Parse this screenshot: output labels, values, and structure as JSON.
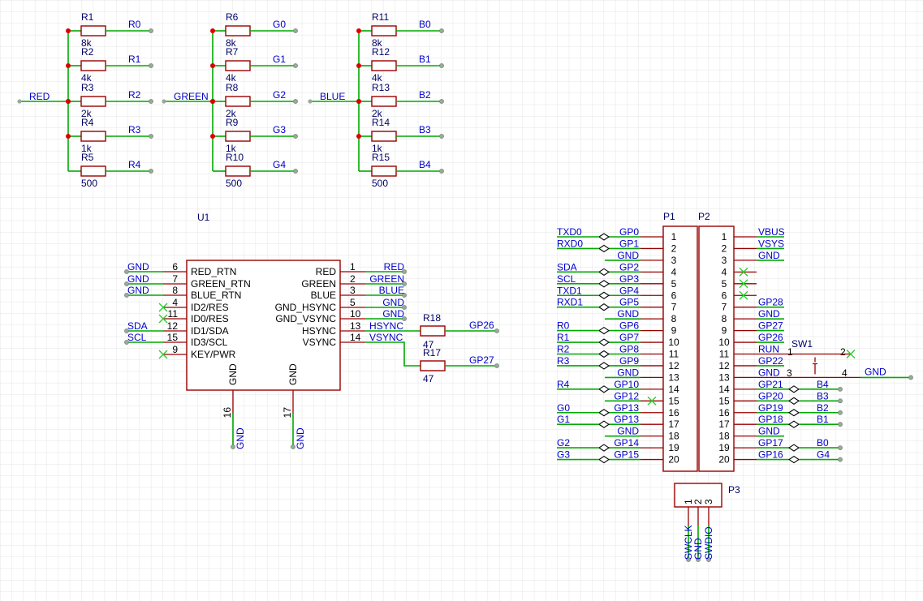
{
  "colors": {
    "wire": "#00aa00",
    "body": "#990000",
    "junction": "#dd0000",
    "grid": "#e4e4e4",
    "net_text": "#0000cc",
    "comp_text": "#000066",
    "noconnect": "#33cc33"
  },
  "ladders": [
    {
      "input_net": "RED",
      "resistors": [
        {
          "ref": "R1",
          "value": "8k",
          "net": "R0"
        },
        {
          "ref": "R2",
          "value": "4k",
          "net": "R1"
        },
        {
          "ref": "R3",
          "value": "2k",
          "net": "R2"
        },
        {
          "ref": "R4",
          "value": "1k",
          "net": "R3"
        },
        {
          "ref": "R5",
          "value": "500",
          "net": "R4"
        }
      ]
    },
    {
      "input_net": "GREEN",
      "resistors": [
        {
          "ref": "R6",
          "value": "8k",
          "net": "G0"
        },
        {
          "ref": "R7",
          "value": "4k",
          "net": "G1"
        },
        {
          "ref": "R8",
          "value": "2k",
          "net": "G2"
        },
        {
          "ref": "R9",
          "value": "1k",
          "net": "G3"
        },
        {
          "ref": "R10",
          "value": "500",
          "net": "G4"
        }
      ]
    },
    {
      "input_net": "BLUE",
      "resistors": [
        {
          "ref": "R11",
          "value": "8k",
          "net": "B0"
        },
        {
          "ref": "R12",
          "value": "4k",
          "net": "B1"
        },
        {
          "ref": "R13",
          "value": "2k",
          "net": "B2"
        },
        {
          "ref": "R14",
          "value": "1k",
          "net": "B3"
        },
        {
          "ref": "R15",
          "value": "500",
          "net": "B4"
        }
      ]
    }
  ],
  "u1": {
    "ref": "U1",
    "left_pins": [
      {
        "num": "6",
        "name": "RED_RTN",
        "net": "GND"
      },
      {
        "num": "7",
        "name": "GREEN_RTN",
        "net": "GND"
      },
      {
        "num": "8",
        "name": "BLUE_RTN",
        "net": "GND"
      },
      {
        "num": "4",
        "name": "ID2/RES",
        "net": ""
      },
      {
        "num": "11",
        "name": "ID0/RES",
        "net": ""
      },
      {
        "num": "12",
        "name": "ID1/SDA",
        "net": "SDA"
      },
      {
        "num": "15",
        "name": "ID3/SCL",
        "net": "SCL"
      },
      {
        "num": "9",
        "name": "KEY/PWR",
        "net": ""
      }
    ],
    "right_pins": [
      {
        "num": "1",
        "name": "RED",
        "net": "RED"
      },
      {
        "num": "2",
        "name": "GREEN",
        "net": "GREEN"
      },
      {
        "num": "3",
        "name": "BLUE",
        "net": "BLUE"
      },
      {
        "num": "5",
        "name": "GND_HSYNC",
        "net": "GND"
      },
      {
        "num": "10",
        "name": "GND_VSYNC",
        "net": "GND"
      },
      {
        "num": "13",
        "name": "HSYNC",
        "net": "HSYNC"
      },
      {
        "num": "14",
        "name": "VSYNC",
        "net": "VSYNC"
      }
    ],
    "bottom_pins": [
      {
        "num": "16",
        "name": "GND",
        "net": "GND"
      },
      {
        "num": "17",
        "name": "GND",
        "net": "GND"
      }
    ],
    "r18": {
      "ref": "R18",
      "value": "47",
      "net": "GP26"
    },
    "r17": {
      "ref": "R17",
      "value": "47",
      "net": "GP27"
    }
  },
  "p1": {
    "ref": "P1",
    "pins": [
      {
        "num": "1",
        "gp": "GP0",
        "net": "TXD0"
      },
      {
        "num": "2",
        "gp": "GP1",
        "net": "RXD0"
      },
      {
        "num": "3",
        "gp": "GND",
        "net": ""
      },
      {
        "num": "4",
        "gp": "GP2",
        "net": "SDA"
      },
      {
        "num": "5",
        "gp": "GP3",
        "net": "SCL"
      },
      {
        "num": "6",
        "gp": "GP4",
        "net": "TXD1"
      },
      {
        "num": "7",
        "gp": "GP5",
        "net": "RXD1"
      },
      {
        "num": "8",
        "gp": "GND",
        "net": ""
      },
      {
        "num": "9",
        "gp": "GP6",
        "net": "R0"
      },
      {
        "num": "10",
        "gp": "GP7",
        "net": "R1"
      },
      {
        "num": "11",
        "gp": "GP8",
        "net": "R2"
      },
      {
        "num": "12",
        "gp": "GP9",
        "net": "R3"
      },
      {
        "num": "13",
        "gp": "GND",
        "net": ""
      },
      {
        "num": "14",
        "gp": "GP10",
        "net": "R4"
      },
      {
        "num": "15",
        "gp": "GP12",
        "net": ""
      },
      {
        "num": "16",
        "gp": "GP13",
        "net": "G0"
      },
      {
        "num": "17",
        "gp": "GP13",
        "net": "G1"
      },
      {
        "num": "18",
        "gp": "GND",
        "net": ""
      },
      {
        "num": "19",
        "gp": "GP14",
        "net": "G2"
      },
      {
        "num": "20",
        "gp": "GP15",
        "net": "G3"
      }
    ]
  },
  "p2": {
    "ref": "P2",
    "pins": [
      {
        "num": "1",
        "gp": "VBUS",
        "net": ""
      },
      {
        "num": "2",
        "gp": "VSYS",
        "net": ""
      },
      {
        "num": "3",
        "gp": "GND",
        "net": ""
      },
      {
        "num": "4",
        "gp": "",
        "net": ""
      },
      {
        "num": "5",
        "gp": "",
        "net": ""
      },
      {
        "num": "6",
        "gp": "",
        "net": ""
      },
      {
        "num": "7",
        "gp": "GP28",
        "net": ""
      },
      {
        "num": "8",
        "gp": "GND",
        "net": ""
      },
      {
        "num": "9",
        "gp": "GP27",
        "net": ""
      },
      {
        "num": "10",
        "gp": "GP26",
        "net": ""
      },
      {
        "num": "11",
        "gp": "RUN",
        "net": ""
      },
      {
        "num": "12",
        "gp": "GP22",
        "net": ""
      },
      {
        "num": "13",
        "gp": "GND",
        "net": ""
      },
      {
        "num": "14",
        "gp": "GP21",
        "net": "B4"
      },
      {
        "num": "15",
        "gp": "GP20",
        "net": "B3"
      },
      {
        "num": "16",
        "gp": "GP19",
        "net": "B2"
      },
      {
        "num": "17",
        "gp": "GP18",
        "net": "B1"
      },
      {
        "num": "18",
        "gp": "GND",
        "net": ""
      },
      {
        "num": "19",
        "gp": "GP17",
        "net": "B0"
      },
      {
        "num": "20",
        "gp": "GP16",
        "net": "G4"
      }
    ]
  },
  "sw1": {
    "ref": "SW1",
    "pin1": "1",
    "pin2": "2",
    "pin3": "3",
    "pin4": "4",
    "net": "GND"
  },
  "p3": {
    "ref": "P3",
    "pins": [
      {
        "num": "1",
        "net": "SWCLK"
      },
      {
        "num": "2",
        "net": "GND"
      },
      {
        "num": "3",
        "net": "SWDIO"
      }
    ]
  }
}
